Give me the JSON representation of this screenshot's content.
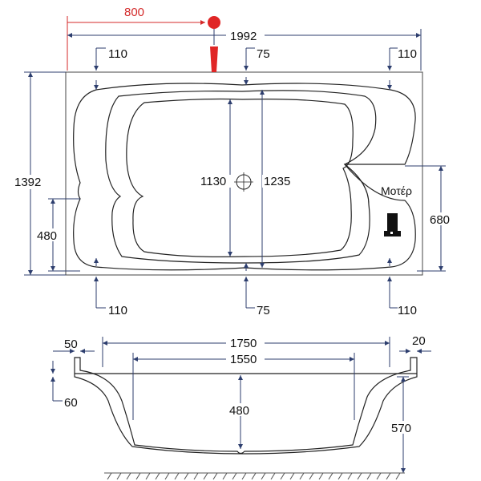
{
  "top_view": {
    "faucet_offset": "800",
    "overall_length": "1992",
    "overall_width": "1392",
    "rim_left": "110",
    "rim_right": "110",
    "rim_center": "75",
    "rim_bottom_left": "110",
    "rim_bottom_center": "75",
    "rim_bottom_right": "110",
    "inner_depth_small": "1130",
    "inner_depth_large": "1235",
    "left_seat_height": "480",
    "right_section_height": "680",
    "motor_label": "Μοτέρ"
  },
  "side_view": {
    "rim_thickness": "50",
    "rim_right_thickness": "20",
    "inner_top_length": "1750",
    "inner_bottom_length": "1550",
    "depth": "480",
    "total_height": "570",
    "side_offset": "60"
  },
  "colors": {
    "faucet": "#e02626",
    "line": "#222222",
    "dimension": "#2d3e6e",
    "dim_red": "#d42a2a"
  }
}
